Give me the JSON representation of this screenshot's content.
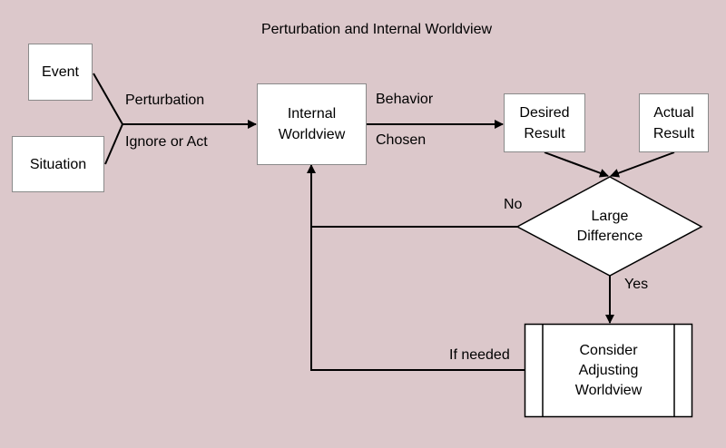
{
  "title": "Perturbation and Internal Worldview",
  "nodes": {
    "event": "Event",
    "situation": "Situation",
    "internal_worldview": "Internal\nWorldview",
    "desired_result": "Desired\nResult",
    "actual_result": "Actual\nResult",
    "large_difference": "Large\nDifference",
    "consider_adjusting": "Consider\nAdjusting\nWorldview"
  },
  "edge_labels": {
    "perturbation": "Perturbation",
    "ignore_or_act": "Ignore or Act",
    "behavior": "Behavior",
    "chosen": "Chosen",
    "no": "No",
    "yes": "Yes",
    "if_needed": "If needed"
  }
}
